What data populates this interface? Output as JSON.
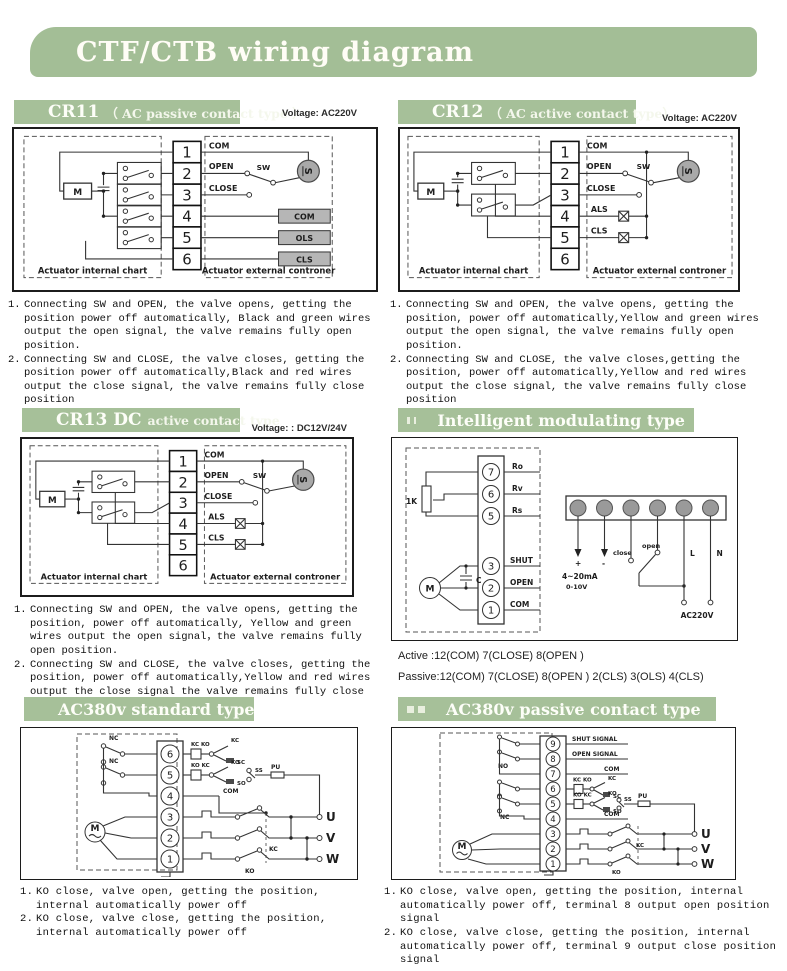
{
  "page": {
    "title": "CTF/CTB  wiring diagram"
  },
  "colors": {
    "accent_green": "#a6c099",
    "header_green": "#a3be96",
    "signal_box_gray": "#b6b6b6",
    "source_circle_gray": "#a9a9a9"
  },
  "cr11": {
    "code": "CR11",
    "subtitle": "（ AC passive contact type ）",
    "voltage": "Voltage:  AC220V",
    "terminals": [
      "1",
      "2",
      "3",
      "4",
      "5",
      "6"
    ],
    "labels": {
      "com": "COM",
      "open": "OPEN",
      "close": "CLOSE",
      "sw": "SW",
      "source": "S",
      "motor": "M"
    },
    "signals": [
      "COM",
      "OLS",
      "CLS"
    ],
    "captions": {
      "internal": "Actuator internal chart",
      "external": "Actuator external controner"
    },
    "notes": [
      {
        "n": "1.",
        "text": "Connecting SW and OPEN, the valve opens, getting the position power off automatically, Black and green wires output the open signal, the valve remains fully open position."
      },
      {
        "n": "2.",
        "text": "Connecting SW and CLOSE, the valve closes, getting the position power off automatically,Black and red wires output the close signal, the valve remains fully close position"
      }
    ]
  },
  "cr12": {
    "code": "CR12",
    "subtitle": "（ AC active contact type）",
    "voltage": "Voltage:  AC220V",
    "terminals": [
      "1",
      "2",
      "3",
      "4",
      "5",
      "6"
    ],
    "labels": {
      "com": "COM",
      "open": "OPEN",
      "close": "CLOSE",
      "als": "ALS",
      "cls": "CLS",
      "sw": "SW",
      "source": "S",
      "motor": "M"
    },
    "captions": {
      "internal": "Actuator internal chart",
      "external": "Actuator external controner"
    },
    "notes": [
      {
        "n": "1.",
        "text": "Connecting SW and OPEN, the valve opens, getting the position, power off automatically,Yellow and green wires output the open signal, the valve remains fully open position."
      },
      {
        "n": "2.",
        "text": "Connecting SW and CLOSE, the valve closes,getting the position, power off automatically,Yellow and red wires output the close signal, the valve remains fully close position"
      }
    ]
  },
  "cr13": {
    "code": "CR13 DC",
    "subtitle": "active contact type",
    "voltage": "Voltage: : DC12V/24V",
    "terminals": [
      "1",
      "2",
      "3",
      "4",
      "5",
      "6"
    ],
    "labels": {
      "com": "COM",
      "open": "OPEN",
      "close": "CLOSE",
      "als": "ALS",
      "cls": "CLS",
      "sw": "SW",
      "source": "S",
      "motor": "M"
    },
    "captions": {
      "internal": "Actuator internal chart",
      "external": "Actuator external controner"
    },
    "notes": [
      {
        "n": "1.",
        "text": "Connecting SW and OPEN, the valve opens, getting the position, power off automatically, Yellow and green wires output the open signal，the valve remains fully open position."
      },
      {
        "n": "2.",
        "text": "Connecting SW and CLOSE, the valve closes, getting the position, power off automatically,Yellow and red wires output the close signal the valve remains fully close position"
      }
    ]
  },
  "intelligent": {
    "title": "Intelligent modulating type",
    "terminals": [
      "7",
      "6",
      "5",
      "3",
      "2",
      "1"
    ],
    "labels": {
      "ro": "Ro",
      "rv": "Rv",
      "rs": "Rs",
      "shut": "SHUT",
      "open": "OPEN",
      "com": "COM",
      "r1k": "1K",
      "motor": "M",
      "cap": "C",
      "plus": "+",
      "minus": "-",
      "range": "4~20mA",
      "range2": "0-10V",
      "close": "close",
      "open_sw": "open",
      "l": "L",
      "n": "N",
      "ac": "AC220V"
    },
    "io": [
      "Active :12(COM) 7(CLOSE) 8(OPEN )",
      "Passive:12(COM) 7(CLOSE) 8(OPEN ) 2(CLS) 3(OLS) 4(CLS)"
    ]
  },
  "ac380_standard": {
    "title": "AC380v standard type",
    "terminals": [
      "6",
      "5",
      "4",
      "3",
      "2",
      "1"
    ],
    "labels": {
      "nc1": "NC",
      "nc2": "NC",
      "kcko": "KC KO",
      "kokc": "KO KC",
      "kc": "KC",
      "sc": "SC",
      "ko": "KO",
      "so": "SO",
      "ss": "SS",
      "pu": "PU",
      "com": "COM",
      "kc2": "KC",
      "ko2": "KO",
      "u": "U",
      "v": "V",
      "w": "W",
      "motor": "M"
    },
    "notes": [
      {
        "n": "1.",
        "text": "KO close, valve open, getting the position, internal automatically power off"
      },
      {
        "n": "2.",
        "text": "KO close, valve close, getting the position, internal automatically power off"
      }
    ]
  },
  "ac380_passive": {
    "title": "AC380v passive contact type",
    "terminals": [
      "9",
      "8",
      "7",
      "6",
      "5",
      "4",
      "3",
      "2",
      "1"
    ],
    "labels": {
      "shut_signal": "SHUT SIGNAL",
      "open_signal": "OPEN SIGNAL",
      "com1": "COM",
      "no": "NO",
      "nc": "NC",
      "kcko": "KC KO",
      "kokc": "KO KC",
      "kc": "KC",
      "sc": "SC",
      "ko": "KO",
      "so": "SO",
      "ss": "SS",
      "pu": "PU",
      "com2": "COM",
      "kc2": "KC",
      "ko2": "KO",
      "u": "U",
      "v": "V",
      "w": "W",
      "motor": "M"
    },
    "notes": [
      {
        "n": "1.",
        "text": "KO close, valve open, getting the position, internal automatically power off, terminal 8 output open position signal"
      },
      {
        "n": "2.",
        "text": "KO close, valve close, getting the position, internal automatically power off, terminal 9 output close position signal"
      }
    ]
  }
}
